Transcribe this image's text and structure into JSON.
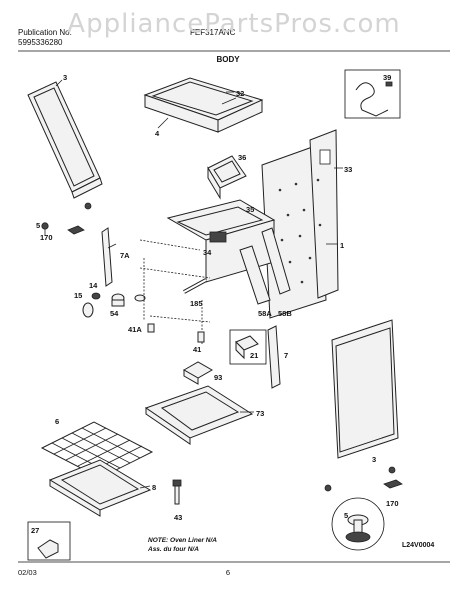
{
  "watermark": "AppliancePartsPros.com",
  "header": {
    "left_line1": "Publication No.",
    "left_line2": "5995336280",
    "model": "FEF317ANC",
    "section": "BODY"
  },
  "callouts": [
    "3",
    "32",
    "4",
    "39",
    "36",
    "33",
    "35",
    "1",
    "5",
    "170",
    "7A",
    "34",
    "15",
    "14",
    "185",
    "54",
    "58A",
    "58B",
    "41A",
    "41",
    "21",
    "7",
    "93",
    "6",
    "73",
    "8",
    "43",
    "3",
    "5",
    "170",
    "27"
  ],
  "note_line1": "NOTE: Oven Liner N/A",
  "note_line2": "Ass. du four N/A",
  "drawing_code": "L24V0004",
  "footer": {
    "date": "02/03",
    "page": "6"
  }
}
